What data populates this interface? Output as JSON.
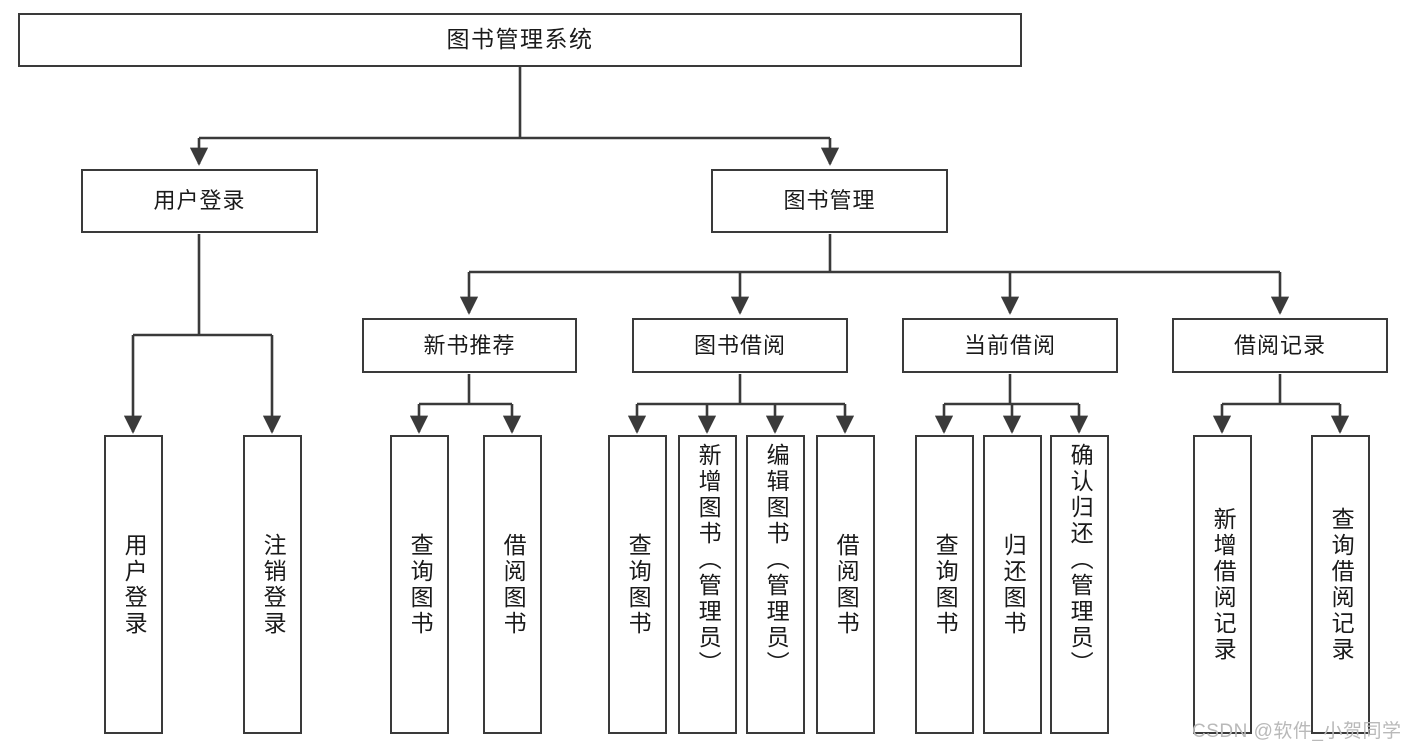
{
  "diagram": {
    "title": "图书管理系统",
    "type": "tree-hierarchy",
    "watermark": "CSDN @软件_小贺同学",
    "colors": {
      "stroke": "#3a3a3a",
      "fill": "#ffffff",
      "text": "#1a1a1a",
      "watermark": "#b9b9b9"
    },
    "nodes": {
      "root": {
        "label": "图书管理系统"
      },
      "level2": [
        {
          "id": "user-login",
          "label": "用户登录"
        },
        {
          "id": "book-manage",
          "label": "图书管理"
        }
      ],
      "level3": [
        {
          "id": "new-book-rec",
          "label": "新书推荐"
        },
        {
          "id": "book-borrow",
          "label": "图书借阅"
        },
        {
          "id": "current-borrow",
          "label": "当前借阅"
        },
        {
          "id": "borrow-record",
          "label": "借阅记录"
        }
      ],
      "leaves": {
        "user_login": [
          {
            "id": "leaf-user-login",
            "label": "用户登录"
          },
          {
            "id": "leaf-logout-login",
            "label": "注销登录"
          }
        ],
        "new_book_rec": [
          {
            "id": "leaf-query-book-1",
            "label": "查询图书"
          },
          {
            "id": "leaf-borrow-book-1",
            "label": "借阅图书"
          }
        ],
        "book_borrow": [
          {
            "id": "leaf-query-book-2",
            "label": "查询图书"
          },
          {
            "id": "leaf-add-book",
            "label": "新增图书（管理员）"
          },
          {
            "id": "leaf-edit-book",
            "label": "编辑图书（管理员）"
          },
          {
            "id": "leaf-borrow-book-2",
            "label": "借阅图书"
          }
        ],
        "current_borrow": [
          {
            "id": "leaf-query-book-3",
            "label": "查询图书"
          },
          {
            "id": "leaf-return-book",
            "label": "归还图书"
          },
          {
            "id": "leaf-confirm-return",
            "label": "确认归还（管理员）"
          }
        ],
        "borrow_record": [
          {
            "id": "leaf-add-record",
            "label": "新增借阅记录"
          },
          {
            "id": "leaf-query-record",
            "label": "查询借阅记录"
          }
        ]
      }
    }
  }
}
